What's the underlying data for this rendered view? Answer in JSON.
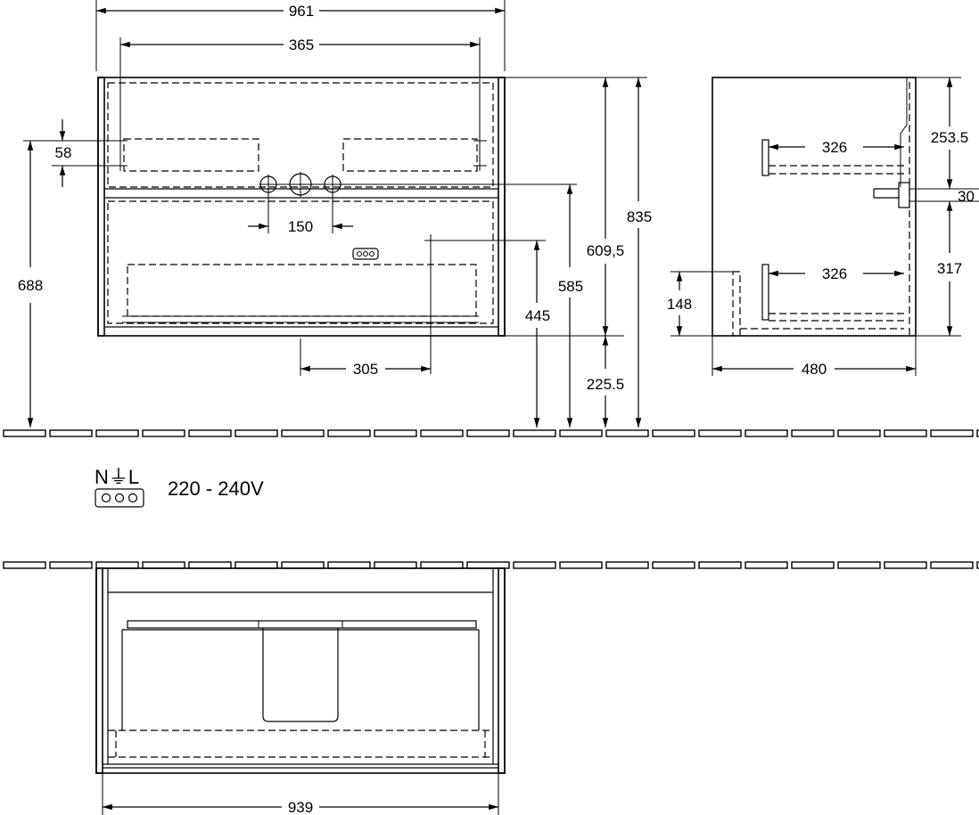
{
  "front_view": {
    "dims": {
      "overall_width": "961",
      "tap_spacing": "365",
      "tap_offset": "58",
      "pipe_spacing": "150",
      "socket_offset": "305",
      "left_height": "688",
      "socket_height": "445",
      "pipe_height": "585",
      "top_height": "609,5",
      "total_height": "835",
      "floor_gap": "225.5"
    }
  },
  "side_view": {
    "dims": {
      "drawer_top_depth": "326",
      "drawer_bottom_depth": "326",
      "top_section": "253.5",
      "pipe_gap": "30",
      "bottom_section": "317",
      "depth": "480",
      "plinth_height": "148"
    }
  },
  "electrical": {
    "symbol_labels": "N⏚L",
    "voltage": "220 - 240V"
  },
  "plan_view": {
    "dims": {
      "inner_width": "939"
    }
  }
}
